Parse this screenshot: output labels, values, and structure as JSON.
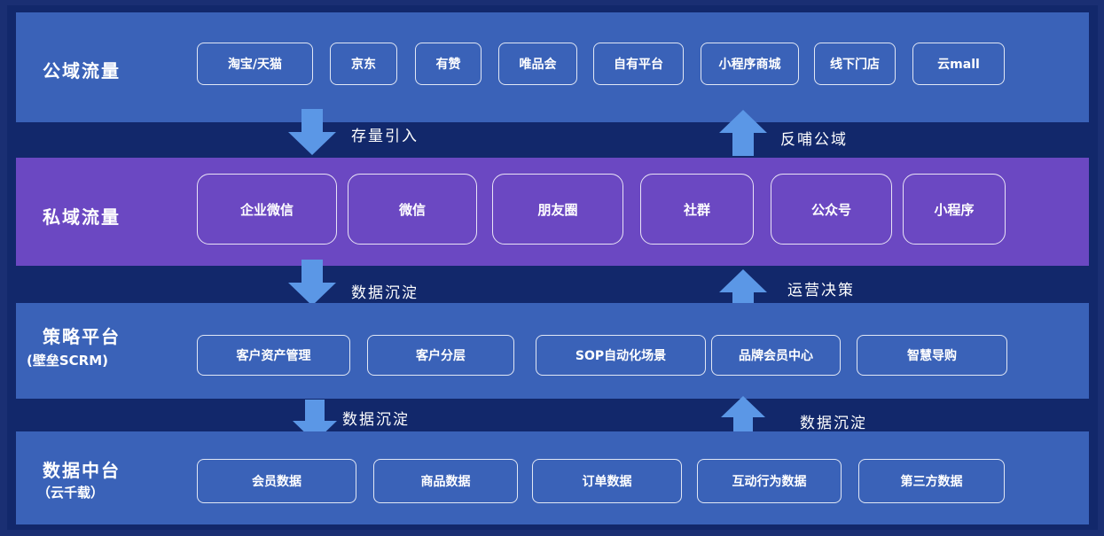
{
  "public_domain": {
    "title": "公域流量",
    "chips": [
      "淘宝/天猫",
      "京东",
      "有赞",
      "唯品会",
      "自有平台",
      "小程序商城",
      "线下门店",
      "云mall"
    ]
  },
  "flow_1": {
    "down_label": "存量引入",
    "up_label": "反哺公域"
  },
  "private_domain": {
    "title": "私域流量",
    "chips": [
      "企业微信",
      "微信",
      "朋友圈",
      "社群",
      "公众号",
      "小程序"
    ]
  },
  "flow_2": {
    "down_label": "数据沉淀",
    "up_label": "运营决策"
  },
  "strategy_platform": {
    "title": "策略平台",
    "subtitle": "(壁垒SCRM)",
    "chips": [
      "客户资产管理",
      "客户分层",
      "SOP自动化场景",
      "品牌会员中心",
      "智慧导购"
    ]
  },
  "flow_3": {
    "down_label": "数据沉淀",
    "up_label": "数据沉淀"
  },
  "data_platform": {
    "title": "数据中台",
    "subtitle": "（云千载）",
    "chips": [
      "会员数据",
      "商品数据",
      "订单数据",
      "互动行为数据",
      "第三方数据"
    ]
  },
  "colors": {
    "background": "#12286b",
    "band_blue": "#3a62b8",
    "band_purple": "#6b48c2",
    "arrow": "#5b97e6"
  }
}
